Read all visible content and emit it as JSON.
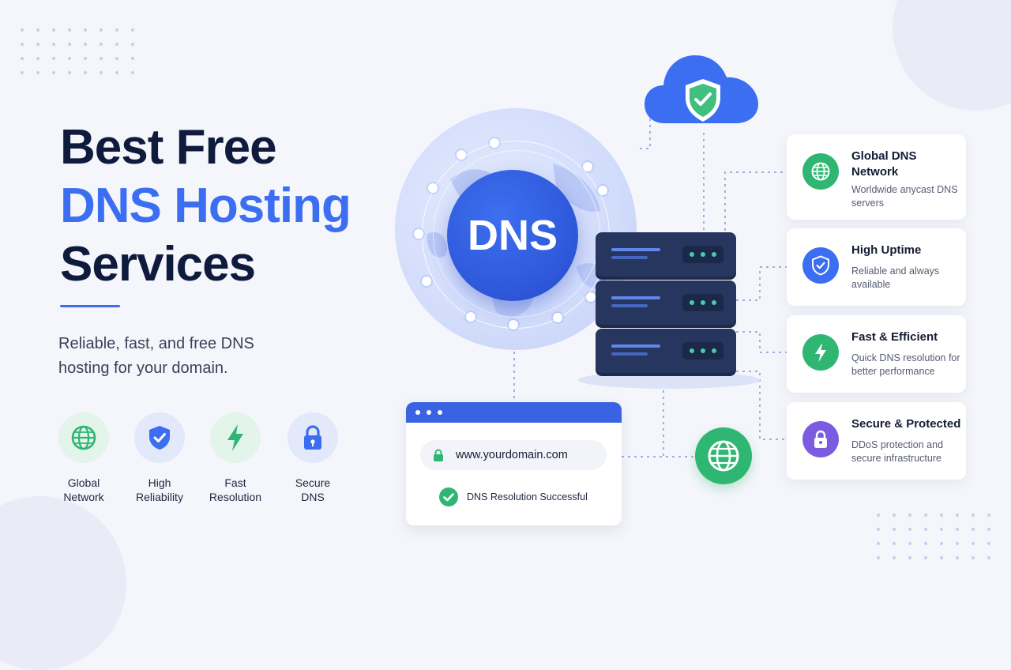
{
  "hero": {
    "title_line1": "Best Free",
    "title_line2": "DNS Hosting",
    "title_line3": "Services",
    "subtitle": "Reliable, fast, and free DNS hosting for your domain."
  },
  "features": [
    {
      "label_line1": "Global",
      "label_line2": "Network",
      "icon": "globe-icon",
      "color": "#2fb672"
    },
    {
      "label_line1": "High",
      "label_line2": "Reliability",
      "icon": "shield-check-icon",
      "color": "#3b6ef1"
    },
    {
      "label_line1": "Fast",
      "label_line2": "Resolution",
      "icon": "lightning-icon",
      "color": "#2fb672"
    },
    {
      "label_line1": "Secure",
      "label_line2": "DNS",
      "icon": "lock-icon",
      "color": "#3b6ef1"
    }
  ],
  "illustration": {
    "dns_label": "DNS",
    "browser": {
      "url": "www.yourdomain.com",
      "status": "DNS Resolution Successful"
    }
  },
  "cards": [
    {
      "title": "Global DNS Network",
      "desc": "Worldwide anycast DNS servers",
      "icon": "globe-icon",
      "color": "#2fb672"
    },
    {
      "title": "High Uptime",
      "desc": "Reliable and always available",
      "icon": "shield-check-icon",
      "color": "#3b6ef1"
    },
    {
      "title": "Fast & Efficient",
      "desc": "Quick DNS resolution for better performance",
      "icon": "lightning-icon",
      "color": "#2fb672"
    },
    {
      "title": "Secure & Protected",
      "desc": "DDoS protection and secure infrastructure",
      "icon": "lock-icon",
      "color": "#7b5ce0"
    }
  ]
}
